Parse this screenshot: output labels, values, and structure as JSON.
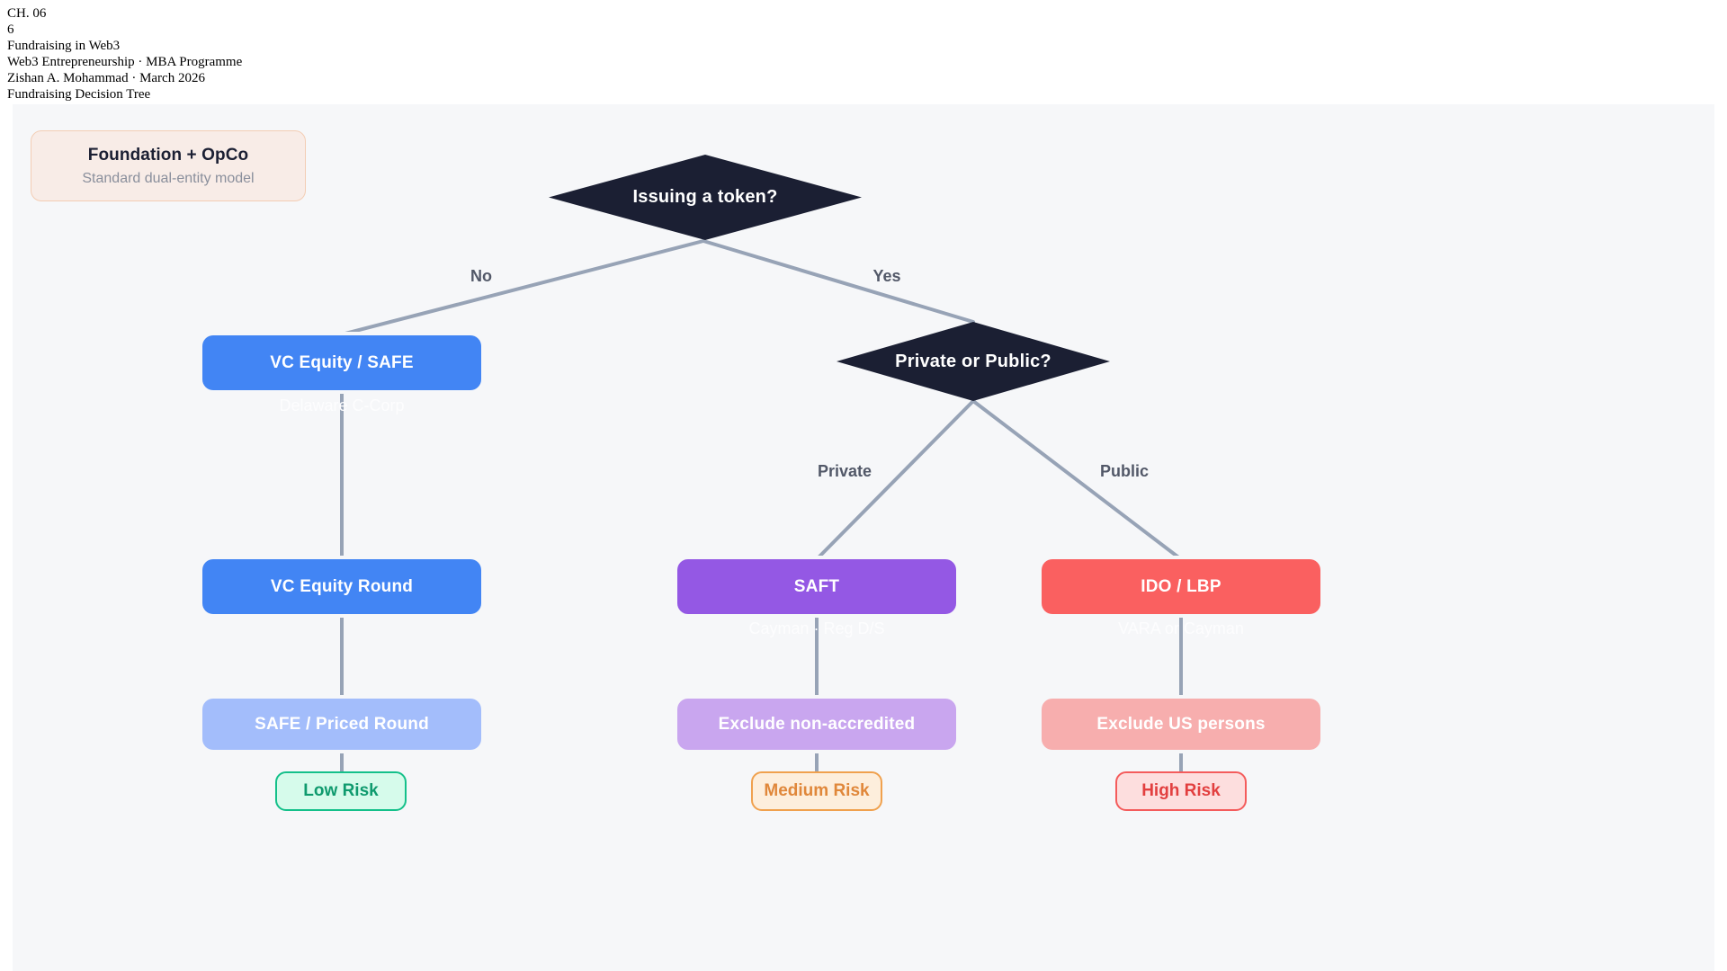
{
  "header": {
    "chapter": "CH. 06",
    "page_number": "6",
    "title": "Fundraising in Web3",
    "course": "Web3 Entrepreneurship · MBA Programme",
    "author": "Zishan A. Mohammad · March 2026",
    "slide_title": "Fundraising Decision Tree"
  },
  "callout": {
    "title": "Foundation + OpCo",
    "subtitle": "Standard dual-entity model"
  },
  "decisions": {
    "root": "Issuing a token?",
    "split": "Private or Public?"
  },
  "edge_labels": {
    "no": "No",
    "yes": "Yes",
    "private": "Private",
    "public": "Public"
  },
  "nodes": {
    "vc_safe": "VC Equity / SAFE",
    "vc_round": "VC Equity Round",
    "saft": "SAFT",
    "ido": "IDO / LBP",
    "safe_priced": "SAFE / Priced Round",
    "exclude_non_accredited": "Exclude non-accredited",
    "exclude_us": "Exclude US persons"
  },
  "sublabels": {
    "vc_safe": "Delaware C-Corp",
    "saft": "Cayman · Reg D/S",
    "ido": "VARA or Cayman"
  },
  "risk_pills": {
    "low": "Low Risk",
    "medium": "Medium Risk",
    "high": "High Risk"
  },
  "colors": {
    "canvas": "#f6f7f9",
    "diamond": "#1b1f33",
    "blue": "#4285f4",
    "purple": "#9458e4",
    "red": "#fa6060",
    "pale_blue": "#a3bdfb",
    "pale_purple": "#c9a6ef",
    "pale_red": "#f7aeae",
    "edge": "#97a3b6",
    "callout_bg": "#f8ece7",
    "callout_border": "#f3cdb4",
    "low_risk": "#14c08a",
    "medium_risk": "#f0a14e",
    "high_risk": "#f45c5c"
  }
}
